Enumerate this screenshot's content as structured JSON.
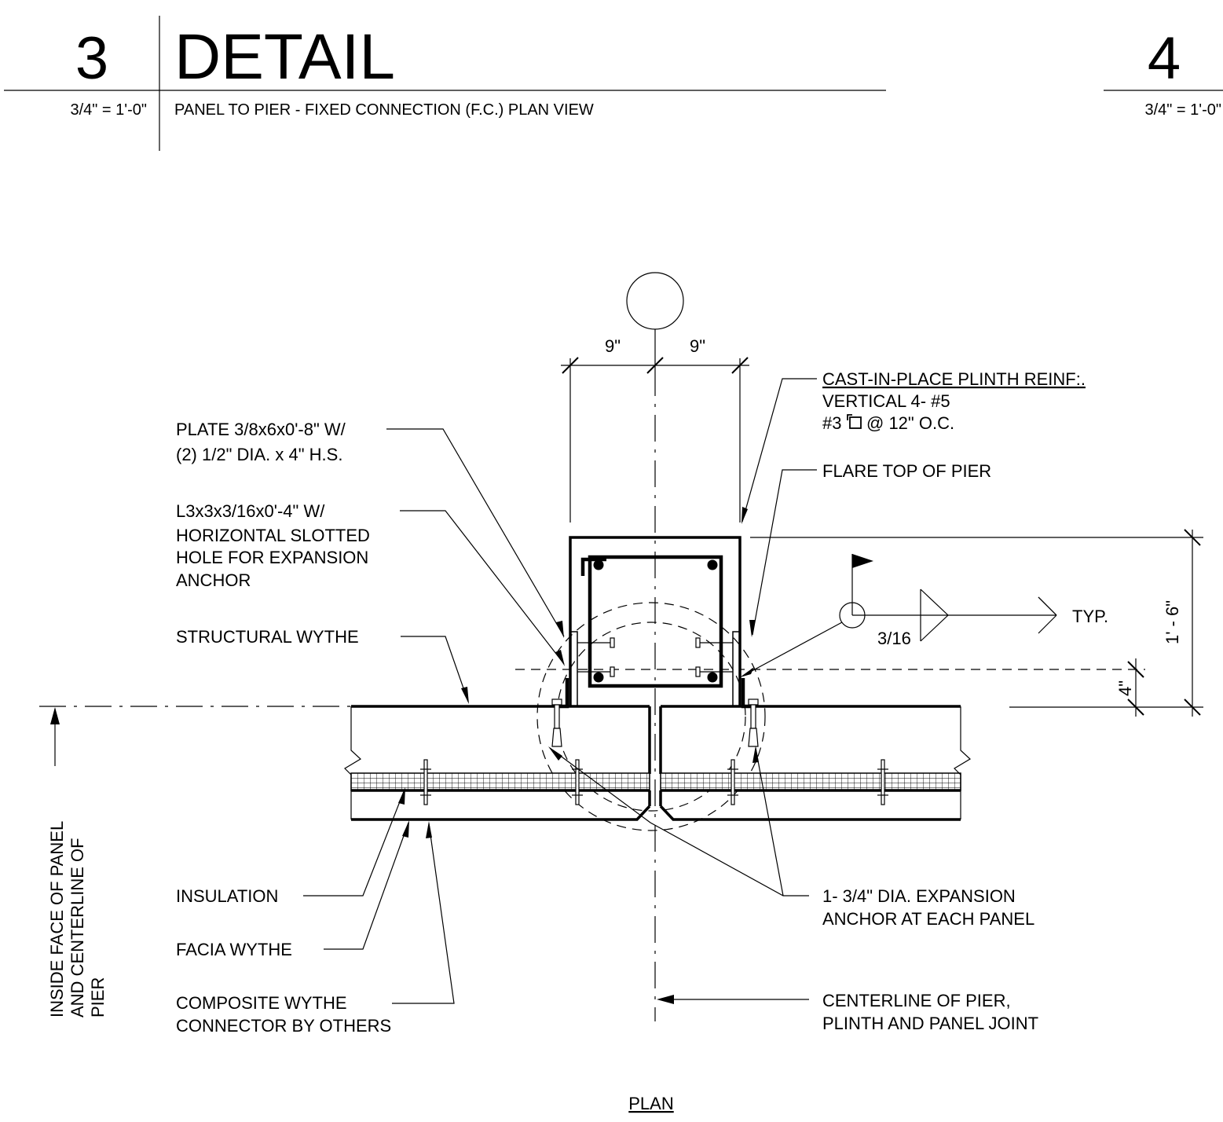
{
  "header": {
    "detail_number": "3",
    "detail_title": "DETAIL",
    "scale": "3/4\" = 1'-0\"",
    "subtitle": "PANEL TO PIER - FIXED CONNECTION (F.C.) PLAN VIEW",
    "next_detail_number": "4",
    "next_scale": "3/4\" = 1'-0\""
  },
  "dimensions": {
    "left_half": "9\"",
    "right_half": "9\"",
    "height": "1' - 6\"",
    "offset": "4\""
  },
  "weld": {
    "size": "3/16",
    "note": "TYP."
  },
  "labels": {
    "plate_1": "PLATE 3/8x6x0'-8\" W/",
    "plate_2": "(2) 1/2\" DIA. x 4\" H.S.",
    "angle_1": "L3x3x3/16x0'-4\" W/",
    "angle_2": "HORIZONTAL SLOTTED",
    "angle_3": "HOLE FOR EXPANSION",
    "angle_4": "ANCHOR",
    "structural_wythe": "STRUCTURAL WYTHE",
    "insulation": "INSULATION",
    "facia_wythe": "FACIA WYTHE",
    "connector_1": "COMPOSITE WYTHE",
    "connector_2": "CONNECTOR BY OTHERS",
    "plinth_reinf_1": "CAST-IN-PLACE PLINTH REINF:.",
    "plinth_reinf_2": "VERTICAL 4- #5",
    "plinth_reinf_3": "#3",
    "plinth_reinf_4": "@ 12\" O.C.",
    "flare_top": "FLARE TOP OF PIER",
    "anchor_1": "1- 3/4\" DIA. EXPANSION",
    "anchor_2": "ANCHOR AT EACH PANEL",
    "centerline_1": "CENTERLINE OF PIER,",
    "centerline_2": "PLINTH AND PANEL JOINT",
    "inside_face_1": "INSIDE FACE OF PANEL",
    "inside_face_2": "AND CENTERLINE OF",
    "inside_face_3": "PIER"
  },
  "view_label": "PLAN"
}
